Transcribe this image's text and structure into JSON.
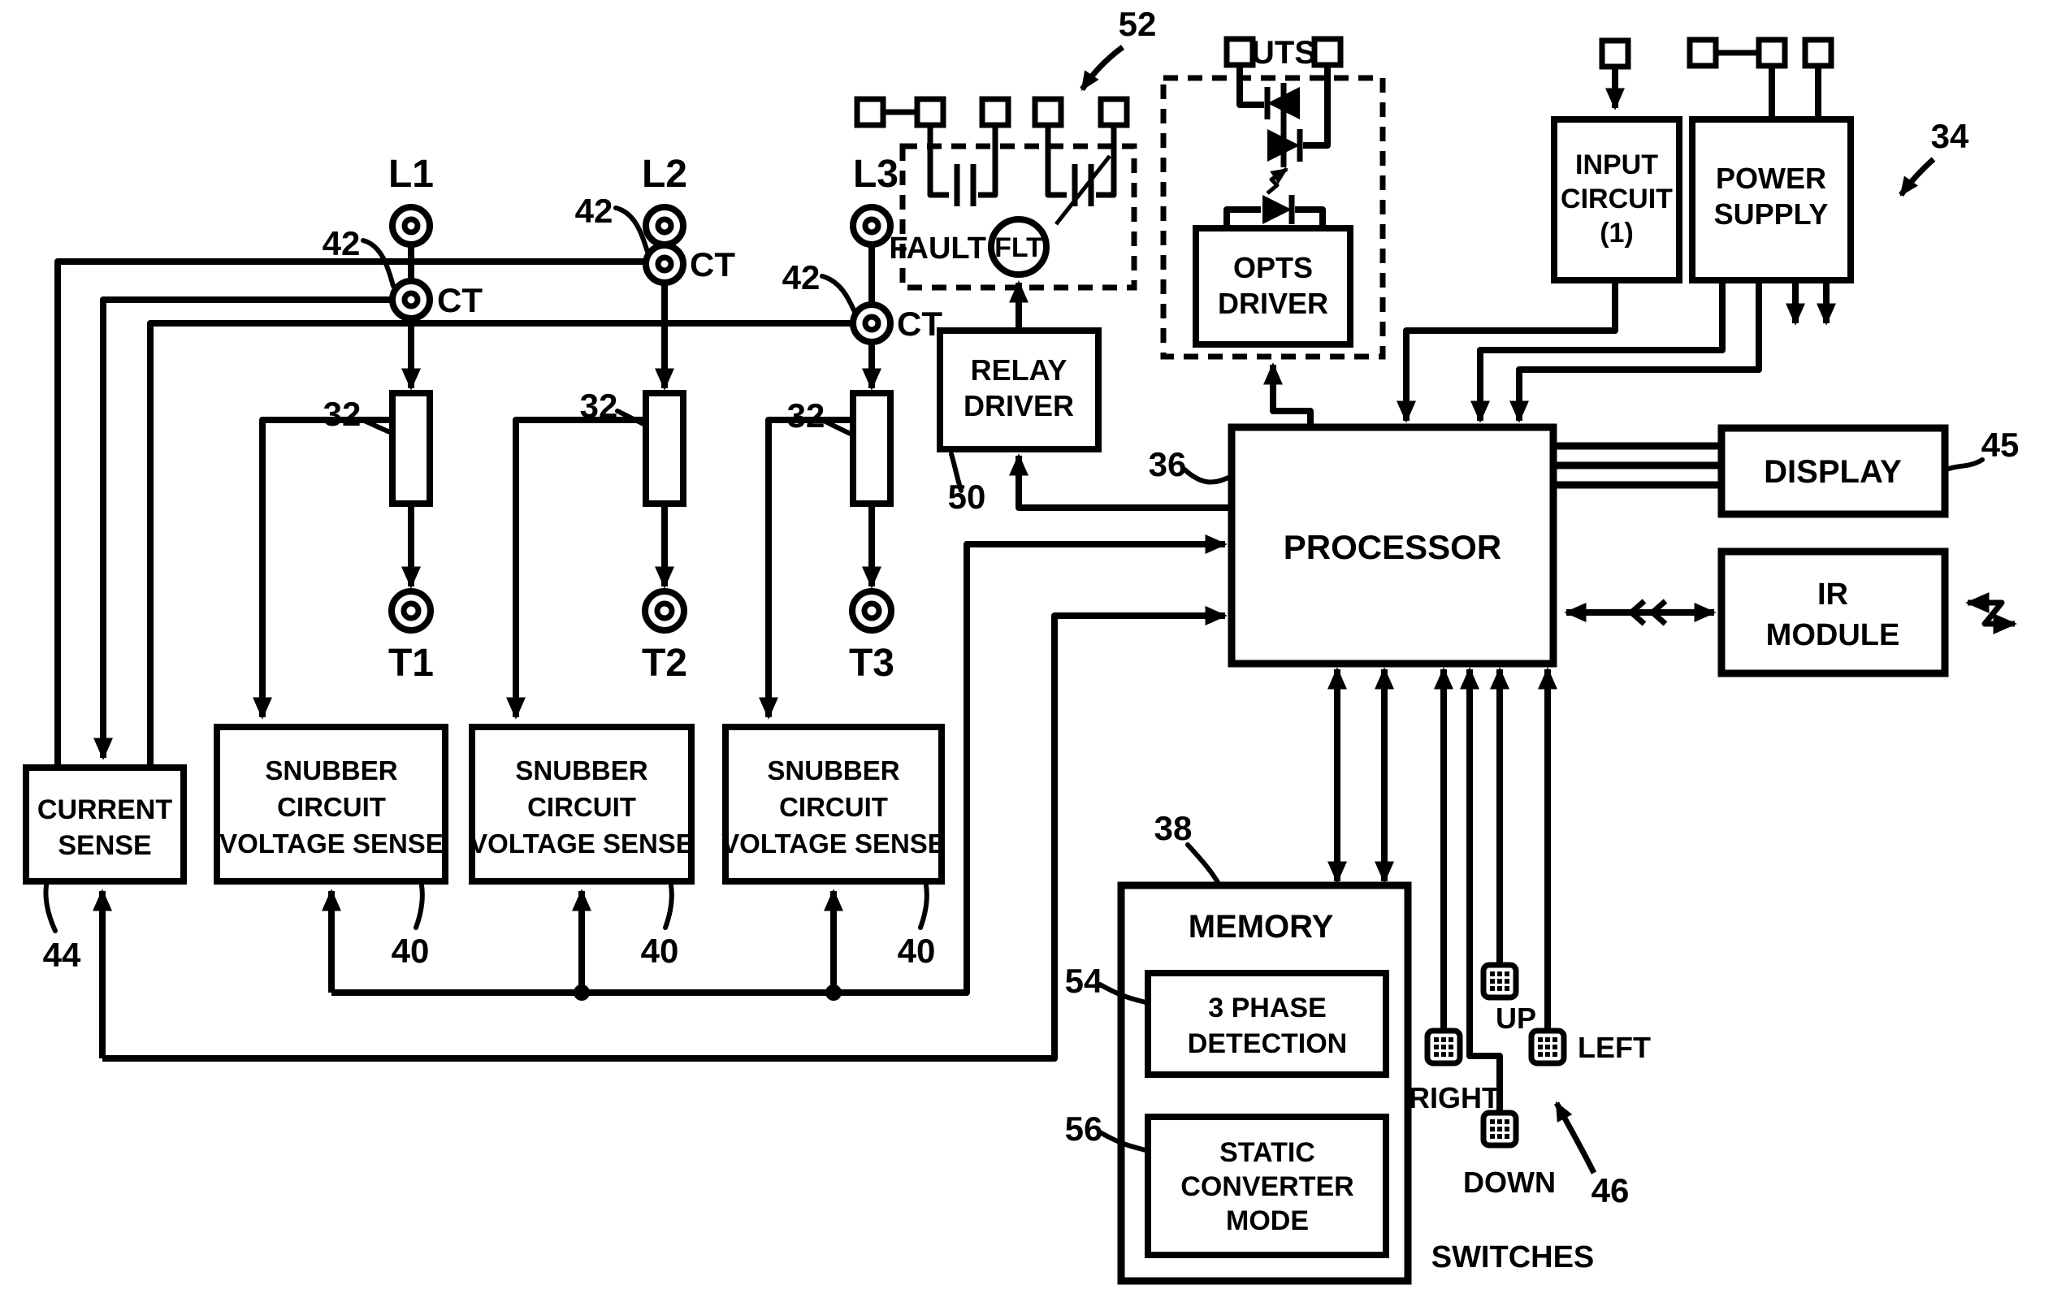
{
  "meta": {
    "figure_type": "patent-block-diagram",
    "background": "#ffffff",
    "ink": "#000000"
  },
  "phases": [
    {
      "line_label": "L1",
      "ct_ref": "42",
      "ct_label": "CT",
      "scr_ref": "32",
      "out_label": "T1"
    },
    {
      "line_label": "L2",
      "ct_ref": "42",
      "ct_label": "CT",
      "scr_ref": "32",
      "out_label": "T2"
    },
    {
      "line_label": "L3",
      "ct_ref": "42",
      "ct_label": "CT",
      "scr_ref": "32",
      "out_label": "T3"
    }
  ],
  "blocks": {
    "current_sense": {
      "line1": "CURRENT",
      "line2": "SENSE",
      "ref": "44"
    },
    "snubber": {
      "line1": "SNUBBER",
      "line2": "CIRCUIT",
      "line3": "VOLTAGE SENSE",
      "ref": "40"
    },
    "relay_driver": {
      "line1": "RELAY",
      "line2": "DRIVER",
      "ref": "50"
    },
    "fault": {
      "label": "FAULT",
      "coil_label": "FLT",
      "ref": "52"
    },
    "opts_driver": {
      "line1": "OPTS",
      "line2": "DRIVER",
      "terminals_label": "UTS"
    },
    "input_circuit": {
      "line1": "INPUT",
      "line2": "CIRCUIT",
      "line3": "(1)"
    },
    "power_supply": {
      "line1": "POWER",
      "line2": "SUPPLY",
      "ref": "34"
    },
    "processor": {
      "label": "PROCESSOR",
      "ref": "36"
    },
    "display": {
      "label": "DISPLAY",
      "ref": "45"
    },
    "ir_module": {
      "line1": "IR",
      "line2": "MODULE"
    },
    "memory": {
      "label": "MEMORY",
      "ref": "38"
    },
    "phase_detection": {
      "line1": "3 PHASE",
      "line2": "DETECTION",
      "ref": "54"
    },
    "static_converter": {
      "line1": "STATIC",
      "line2": "CONVERTER",
      "line3": "MODE",
      "ref": "56"
    }
  },
  "switches": {
    "label": "SWITCHES",
    "ref": "46",
    "right": "RIGHT",
    "up": "UP",
    "left": "LEFT",
    "down": "DOWN"
  }
}
